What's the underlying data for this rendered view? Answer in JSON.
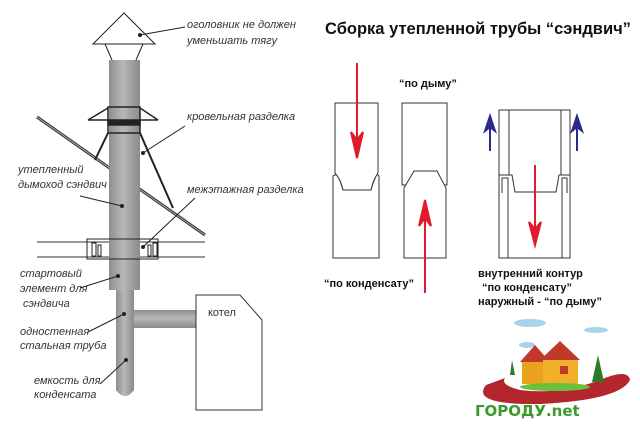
{
  "title": "Сборка утепленной трубы “сэндвич”",
  "left_labels": {
    "cap": [
      "оголовник не должен",
      "уменьшать тягу"
    ],
    "roof": "кровельная разделка",
    "sandwich": [
      "утепленный",
      "дымоход сэндвич"
    ],
    "floor": "межэтажная разделка",
    "start": [
      "стартовый",
      "элемент для",
      "сэндвича"
    ],
    "single": [
      "одностенная",
      "стальная труба"
    ],
    "condensate": [
      "емкость для",
      "конденсата"
    ],
    "boiler": "котел"
  },
  "right_labels": {
    "by_condensate": "“по конденсату”",
    "by_smoke": "“по дыму”",
    "combo": [
      "внутренний контур",
      "“по конденсату”",
      "наружный - “по дыму”"
    ]
  },
  "logo": {
    "text": "ГОРОДУ.net"
  },
  "colors": {
    "pipe": "#a9a9a9",
    "red_arrow": "#e01b2c",
    "blue_arrow": "#2a2a8a",
    "logo_green": "#3a9a2a"
  }
}
